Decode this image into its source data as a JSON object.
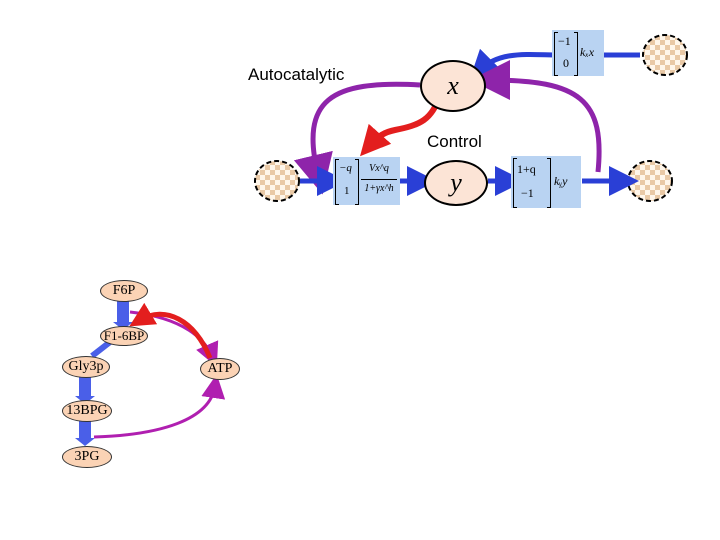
{
  "labels": {
    "autocatalytic": "Autocatalytic",
    "control": "Control"
  },
  "variables": {
    "x": "x",
    "y": "y"
  },
  "matrices": {
    "top_right": {
      "col": [
        "−1",
        "0"
      ],
      "rate": "kₓx"
    },
    "middle": {
      "col": [
        "−q",
        "1"
      ],
      "frac_num": "Vx^q",
      "frac_den": "1+γx^h"
    },
    "right": {
      "col": [
        "1+q",
        "−1"
      ],
      "rate": "kᵧy"
    }
  },
  "pathway": {
    "f6p": "F6P",
    "f16bp": "F1-6BP",
    "gly3p": "Gly3p",
    "atp": "ATP",
    "bpg13": "13BPG",
    "pg3": "3PG"
  },
  "colors": {
    "purple": "#8e24aa",
    "blue": "#2a3fd6",
    "red": "#e31e1e",
    "matrix_bg": "#b9d3f2",
    "node_fill": "#fbd3b5"
  }
}
